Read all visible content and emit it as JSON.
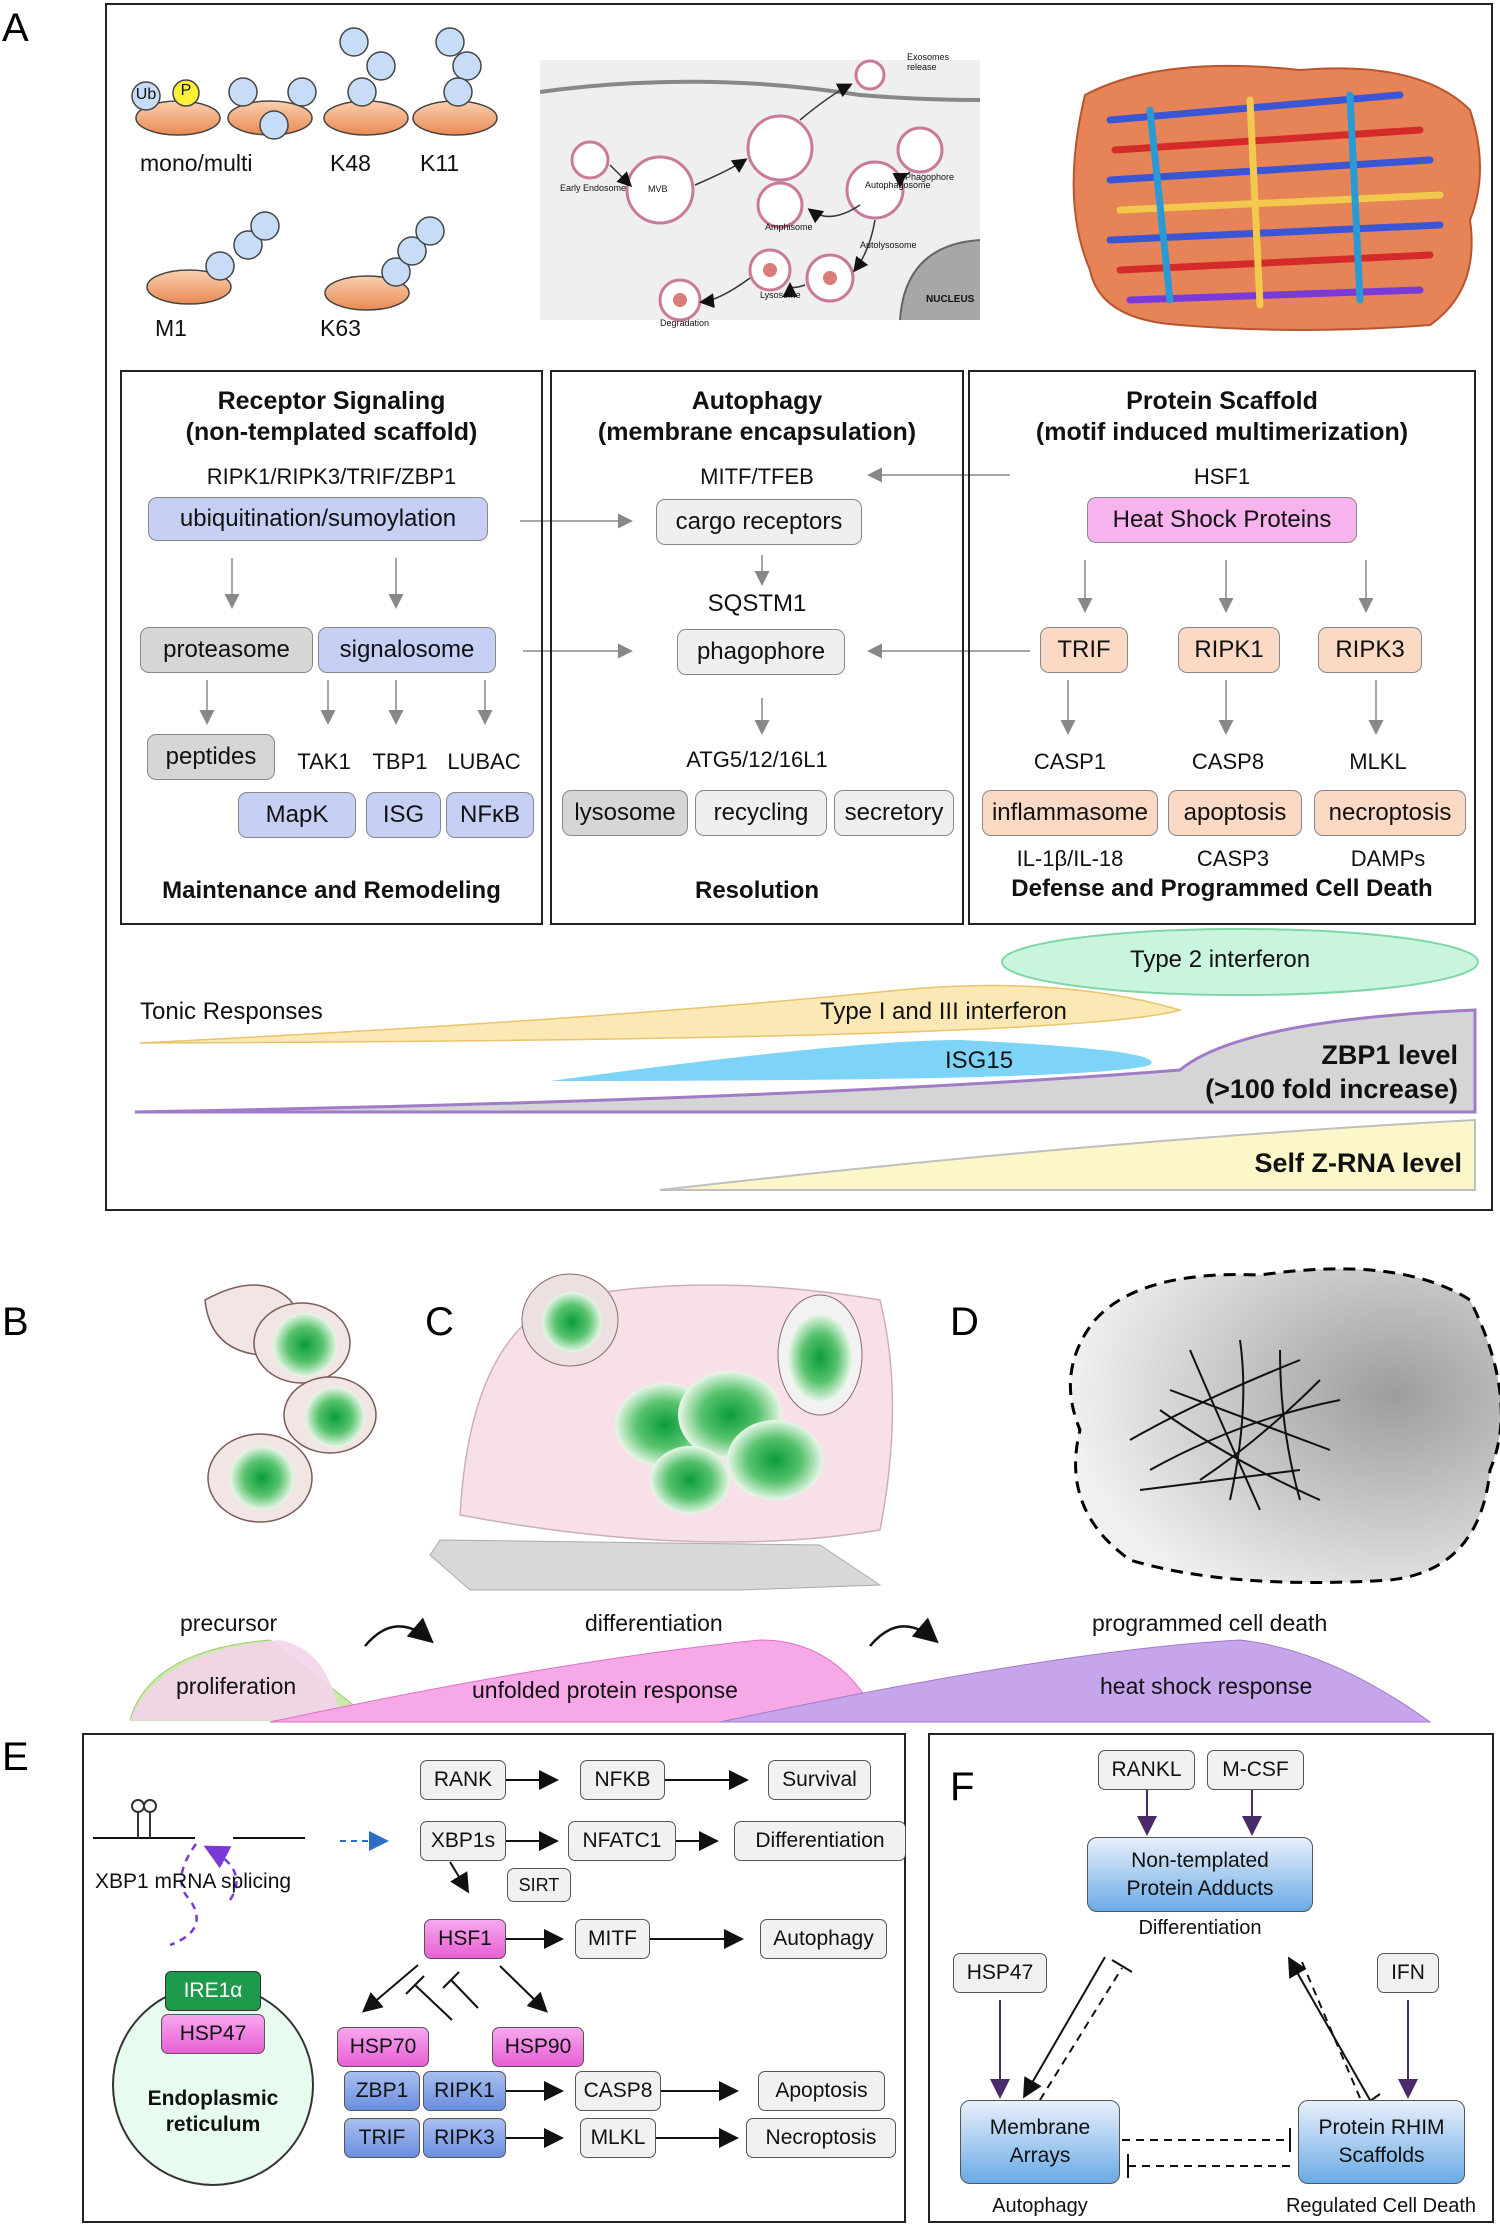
{
  "panel_labels": {
    "a": "A",
    "b": "B",
    "c": "C",
    "d": "D",
    "e": "E",
    "f": "F"
  },
  "ubiquitin": {
    "ub": "Ub",
    "p": "P",
    "mono_multi": "mono/multi",
    "k48": "K48",
    "k11": "K11",
    "m1": "M1",
    "k63": "K63"
  },
  "vesicle_figure": {
    "exosomes": "Exosomes release",
    "early_endosome": "Early Endosome",
    "mvb": "MVB",
    "amphisome": "Amphisome",
    "autophagosome": "Autophagosome",
    "phagophore": "Phagophore",
    "autolysosome": "Autolysosome",
    "lysosome": "Lysosome",
    "degradation": "Degradation",
    "nucleus": "NUCLEUS"
  },
  "receptor": {
    "title1": "Receptor Signaling",
    "title2": "(non-templated scaffold)",
    "top_label": "RIPK1/RIPK3/TRIF/ZBP1",
    "ubiq": "ubiquitination/sumoylation",
    "proteasome": "proteasome",
    "signalosome": "signalosome",
    "peptides": "peptides",
    "tak1": "TAK1",
    "tbp1": "TBP1",
    "lubac": "LUBAC",
    "mapk": "MapK",
    "isg": "ISG",
    "nfkb": "NFκB",
    "footer": "Maintenance and Remodeling"
  },
  "autophagy": {
    "title1": "Autophagy",
    "title2": "(membrane encapsulation)",
    "top_label": "MITF/TFEB",
    "cargo": "cargo receptors",
    "sqstm1": "SQSTM1",
    "phagophore": "phagophore",
    "atg": "ATG5/12/16L1",
    "lysosome": "lysosome",
    "recycling": "recycling",
    "secretory": "secretory",
    "footer": "Resolution"
  },
  "scaffold": {
    "title1": "Protein Scaffold",
    "title2": "(motif induced multimerization)",
    "top_label": "HSF1",
    "hsp": "Heat Shock Proteins",
    "trif": "TRIF",
    "ripk1": "RIPK1",
    "ripk3": "RIPK3",
    "casp1": "CASP1",
    "casp8": "CASP8",
    "mlkl": "MLKL",
    "inflammasome": "inflammasome",
    "apoptosis": "apoptosis",
    "necroptosis": "necroptosis",
    "il": "IL-1β/IL-18",
    "casp3": "CASP3",
    "damps": "DAMPs",
    "footer": "Defense and Programmed Cell Death"
  },
  "responses": {
    "type2": "Type 2 interferon",
    "tonic": "Tonic Responses",
    "type13": "Type I and III interferon",
    "isg15": "ISG15",
    "zbp1_1": "ZBP1 level",
    "zbp1_2": "(>100 fold increase)",
    "zrna": "Self Z-RNA level"
  },
  "stages": {
    "precursor": "precursor",
    "differentiation": "differentiation",
    "pcd": "programmed cell death",
    "proliferation": "proliferation",
    "upr": "unfolded protein response",
    "hsr": "heat shock response"
  },
  "panel_e": {
    "splicing": "XBP1 mRNA splicing",
    "ire1": "IRE1α",
    "hsp47": "HSP47",
    "er1": "Endoplasmic",
    "er2": "reticulum",
    "rank": "RANK",
    "nfkb": "NFKB",
    "survival": "Survival",
    "xbp1s": "XBP1s",
    "nfatc1": "NFATC1",
    "differentiation": "Differentiation",
    "sirt": "SIRT",
    "hsf1": "HSF1",
    "mitf": "MITF",
    "autophagy": "Autophagy",
    "hsp70": "HSP70",
    "hsp90": "HSP90",
    "zbp1": "ZBP1",
    "ripk1": "RIPK1",
    "casp8": "CASP8",
    "apoptosis": "Apoptosis",
    "trif": "TRIF",
    "ripk3": "RIPK3",
    "mlkl": "MLKL",
    "necroptosis": "Necroptosis"
  },
  "panel_f": {
    "rankl": "RANKL",
    "mcsf": "M-CSF",
    "ntpa1": "Non-templated",
    "ntpa2": "Protein  Adducts",
    "differentiation": "Differentiation",
    "hsp47": "HSP47",
    "ifn": "IFN",
    "ma1": "Membrane",
    "ma2": "Arrays",
    "autophagy": "Autophagy",
    "prs1": "Protein RHIM",
    "prs2": "Scaffolds",
    "rcd": "Regulated Cell Death"
  },
  "colors": {
    "blue_box": "#c6d0f5",
    "pink_box": "#f6b3ee",
    "salmon_box": "#fbd9c4",
    "gray_box": "#d6d6d6",
    "ire1_green": "#1d9a4c",
    "er_fill": "#e8fbef"
  }
}
